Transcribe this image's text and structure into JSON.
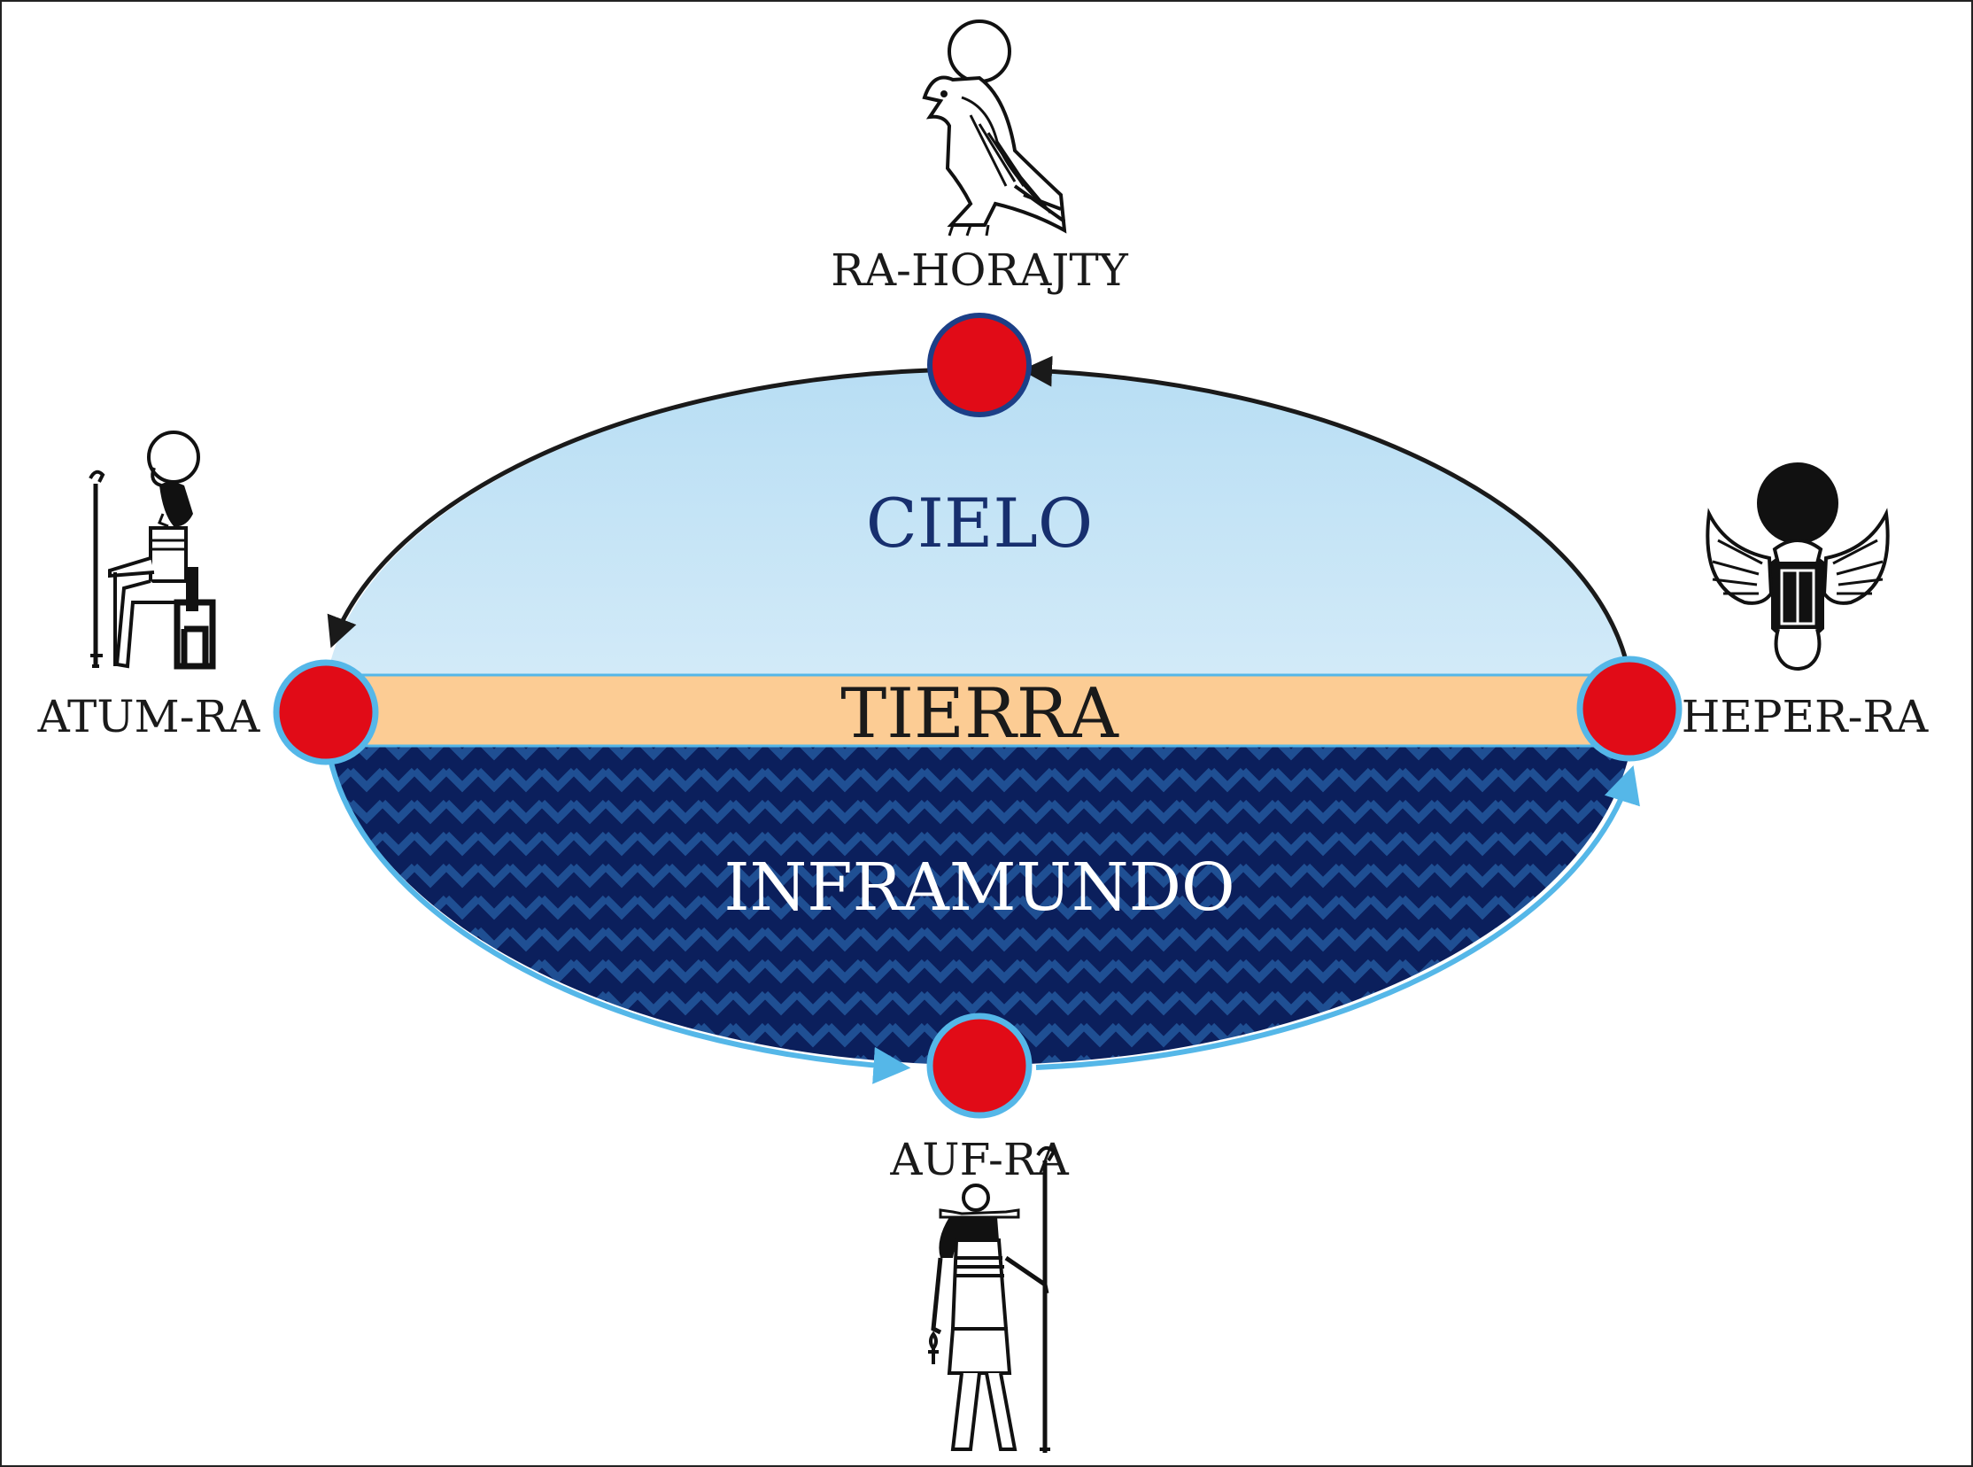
{
  "diagram": {
    "regions": {
      "sky": "CIELO",
      "earth": "TIERRA",
      "underworld": "INFRAMUNDO"
    },
    "stations": {
      "top": "RA-HORAJTY",
      "left": "ATUM-RA",
      "right": "HEPER-RA",
      "bottom": "AUF-RA"
    },
    "colors": {
      "sky_top": "#b8def4",
      "sky_bottom": "#f2f9fd",
      "earth_band": "#fccc94",
      "underworld_dark": "#0b1f5c",
      "underworld_light": "#1f4f93",
      "sun_fill": "#e10b17",
      "sun_ring_top": "#1c3f87",
      "sun_ring_other": "#55b7e8",
      "orbit_top": "#1a1a1a",
      "orbit_bottom": "#55b7e8",
      "sky_text": "#172f6e",
      "earth_text": "#1a1a1a",
      "underworld_text": "#ffffff"
    },
    "icons": {
      "top": "falcon-sun-icon",
      "left": "seated-deity-icon",
      "right": "winged-scarab-icon",
      "bottom": "ram-headed-deity-icon"
    }
  }
}
